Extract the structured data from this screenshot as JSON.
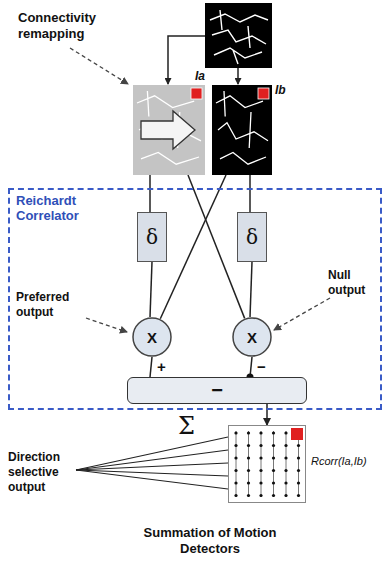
{
  "diagram": {
    "nodes": [
      {
        "text": [
          "Ia"
        ]
      },
      {
        "text": [
          "Ib"
        ]
      },
      {
        "text": [
          "Reichardt Correlator"
        ]
      },
      {
        "text": [
          "δ"
        ],
        "in": 2
      },
      {
        "text": [
          "δ"
        ],
        "in": 2
      },
      {
        "text": [
          "X"
        ],
        "in": 2
      },
      {
        "text": [
          "X"
        ],
        "in": 2
      },
      {
        "text": [
          "−"
        ],
        "in": 2
      },
      {
        "text": [
          "Rcorr(Ia,Ib)"
        ]
      }
    ],
    "edges": [
      {
        "from": 0,
        "to": 3,
        "arrow": "none"
      },
      {
        "from": 0,
        "to": 6,
        "arrow": "none"
      },
      {
        "from": 1,
        "to": 4,
        "arrow": "none"
      },
      {
        "from": 1,
        "to": 5,
        "arrow": "none"
      },
      {
        "from": 3,
        "to": 5,
        "arrow": "none"
      },
      {
        "from": 4,
        "to": 6,
        "arrow": "none"
      },
      {
        "from": 5,
        "to": 7,
        "label": "+",
        "arrow": "none"
      },
      {
        "from": 6,
        "to": 7,
        "label": "−",
        "arrow": "none"
      },
      {
        "from": 7,
        "to": 8,
        "arrow": "to"
      }
    ],
    "labels": [
      "Connectivity remapping",
      "Preferred output",
      "Null output",
      "Σ",
      "Direction selective output",
      "Summation of Motion Detectors"
    ]
  }
}
